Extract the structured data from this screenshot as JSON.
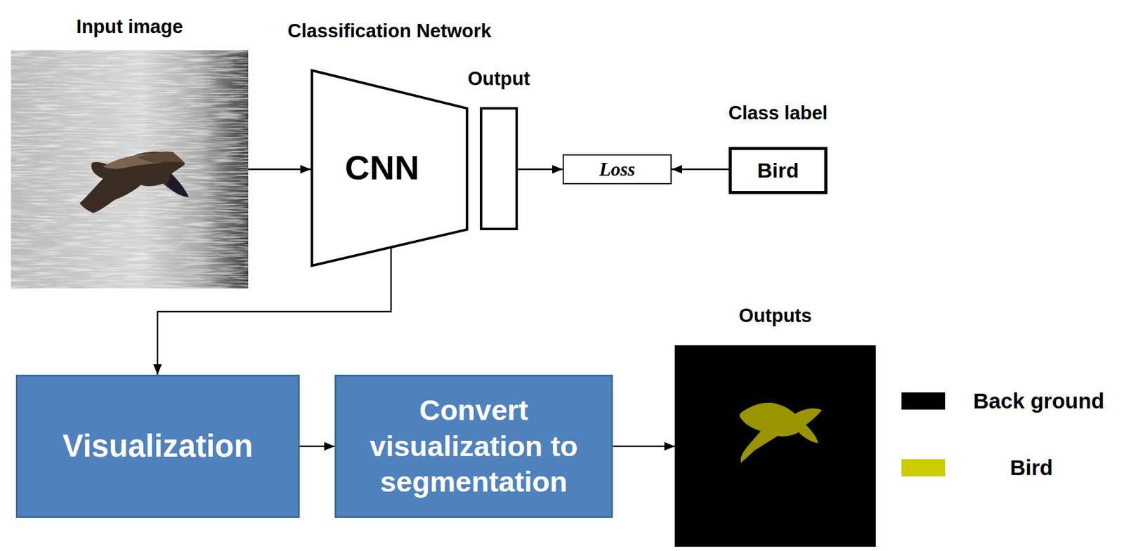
{
  "diagram": {
    "nodes": [
      {
        "text": [
          "Input image"
        ]
      },
      {
        "text": [
          "Classification Network",
          "CNN"
        ]
      },
      {
        "text": [
          "Output"
        ]
      },
      {
        "text": [
          "Loss"
        ]
      },
      {
        "text": [
          "Class label",
          "Bird"
        ]
      },
      {
        "text": [
          "Visualization"
        ]
      },
      {
        "text": [
          "Convert visualization to segmentation"
        ]
      },
      {
        "text": [
          "Outputs"
        ]
      }
    ],
    "edges": [
      {
        "from": 0,
        "to": 1,
        "arrow": "to"
      },
      {
        "from": 2,
        "to": 3,
        "arrow": "to"
      },
      {
        "from": 4,
        "to": 3,
        "arrow": "to"
      },
      {
        "from": 1,
        "to": 5,
        "arrow": "to"
      },
      {
        "from": 5,
        "to": 6,
        "arrow": "to"
      },
      {
        "from": 6,
        "to": 7,
        "arrow": "to"
      }
    ],
    "legend": [
      {
        "text": "Back ground",
        "color": "#000000"
      },
      {
        "text": "Bird",
        "color": "#CCCC00"
      }
    ]
  }
}
